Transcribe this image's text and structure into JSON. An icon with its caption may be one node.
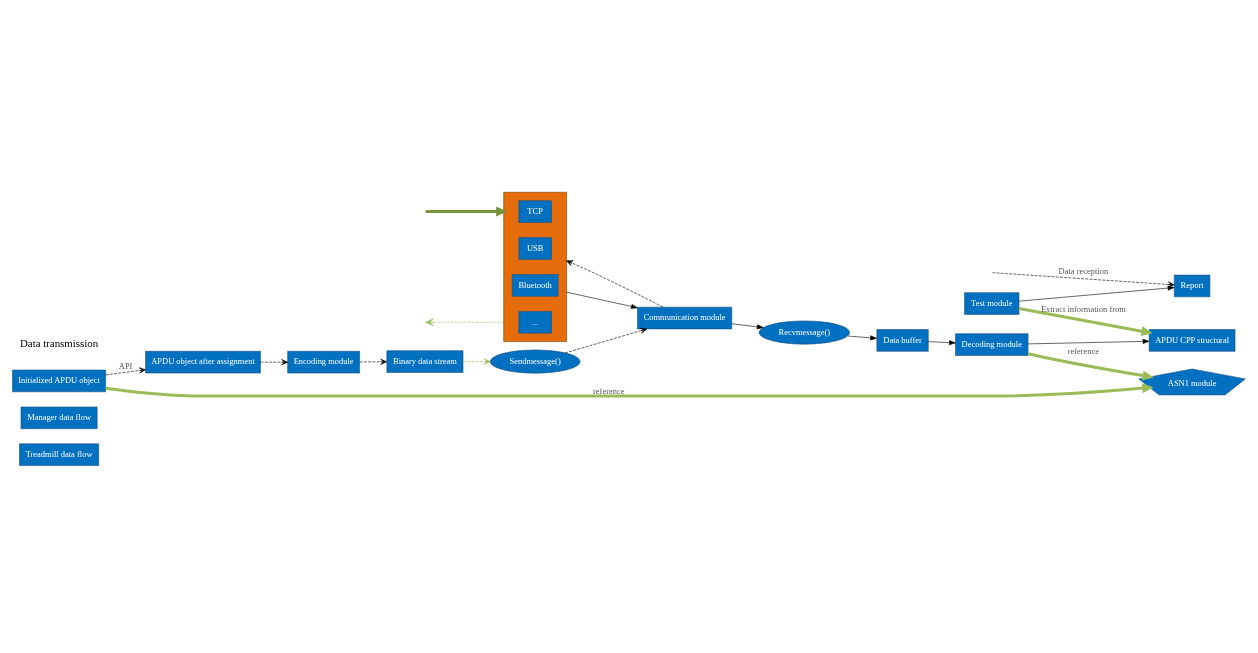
{
  "diagram": {
    "nodes": [
      {
        "text": [
          "Treadmill data flow"
        ]
      },
      {
        "text": [
          "Manager data flow"
        ]
      },
      {
        "text": [],
        "shape": "box"
      },
      {
        "text": [
          "TCP"
        ],
        "in": 2
      },
      {
        "text": [
          "USB"
        ],
        "in": 2
      },
      {
        "text": [
          "Bluetooth"
        ],
        "in": 2
      },
      {
        "text": [
          "..."
        ],
        "in": 2
      },
      {
        "text": [
          "Communication module"
        ]
      },
      {
        "text": [
          "Recvmessage()"
        ]
      },
      {
        "text": [
          "Sendmessage()"
        ]
      },
      {
        "text": [
          "Data buffer"
        ]
      },
      {
        "text": [
          "Decoding module"
        ]
      },
      {
        "text": [
          "APDU CPP structural"
        ]
      },
      {
        "text": [
          "ASN1 module"
        ]
      },
      {
        "text": [
          "Test module"
        ]
      },
      {
        "text": [
          "Report"
        ]
      },
      {
        "text": [
          "Binary data stream"
        ]
      },
      {
        "text": [
          "Encoding module"
        ]
      },
      {
        "text": [
          "APDU object after assignment"
        ]
      },
      {
        "text": [
          "Initialized APDU object"
        ]
      }
    ],
    "edges": [
      {
        "from": null,
        "to": 2,
        "arrow": "to",
        "style": "thick",
        "color": "#77933c"
      },
      {
        "from": 2,
        "to": null,
        "arrow": "to",
        "style": "dashed",
        "color": "#9bbb59"
      },
      {
        "from": 2,
        "to": 7,
        "arrow": "to"
      },
      {
        "from": 7,
        "to": 2,
        "arrow": "to",
        "style": "dashed"
      },
      {
        "from": 7,
        "to": 8,
        "arrow": "to"
      },
      {
        "from": 8,
        "to": 10,
        "arrow": "to"
      },
      {
        "from": 10,
        "to": 11,
        "arrow": "to"
      },
      {
        "from": 11,
        "to": 12,
        "arrow": "to"
      },
      {
        "from": 11,
        "to": 13,
        "arrow": "to",
        "label": "reference",
        "style": "thick",
        "color": "#9bbb59"
      },
      {
        "from": 19,
        "to": 13,
        "arrow": "to",
        "label": "reference",
        "style": "thick",
        "color": "#9bbb59"
      },
      {
        "from": 14,
        "to": 12,
        "arrow": "to",
        "label": "Extract information from",
        "style": "thick",
        "color": "#9bbb59"
      },
      {
        "from": 14,
        "to": 15,
        "arrow": "to"
      },
      {
        "from": null,
        "to": 15,
        "arrow": "to",
        "label": "Data reception",
        "style": "dashed"
      },
      {
        "from": 19,
        "to": 18,
        "arrow": "to",
        "label": "API",
        "style": "dashed"
      },
      {
        "from": 18,
        "to": 17,
        "arrow": "to",
        "style": "dashed"
      },
      {
        "from": 17,
        "to": 16,
        "arrow": "to",
        "style": "dashed"
      },
      {
        "from": 16,
        "to": 9,
        "arrow": "to",
        "style": "dashed",
        "color": "#9bbb59"
      },
      {
        "from": 9,
        "to": 7,
        "arrow": "to",
        "style": "dashed"
      }
    ],
    "labels": [
      "Data transmission"
    ]
  }
}
